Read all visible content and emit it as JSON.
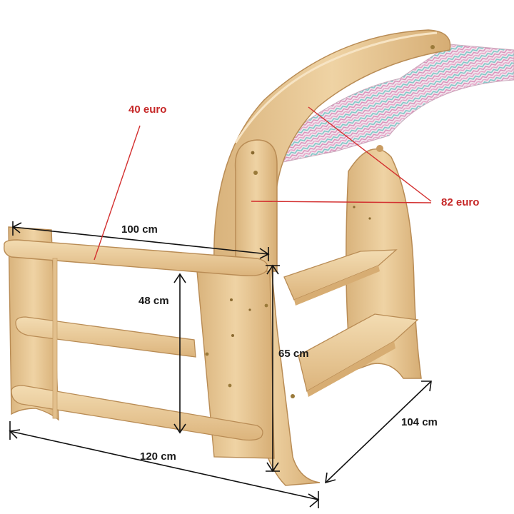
{
  "labels": {
    "price_shelf": "40 euro",
    "price_stand": "82 euro",
    "width_shelf": "100 cm",
    "height_inner": "48 cm",
    "height_total": "65 cm",
    "width_total": "120 cm",
    "depth_total": "104 cm"
  },
  "colors": {
    "wood_light": "#efd3a4",
    "wood_mid": "#e2bd86",
    "wood_dark": "#c99c62",
    "fabric_pink": "#e4a3c6",
    "fabric_teal": "#7fc7c7",
    "price_text": "#c62828",
    "dimension_text": "#1a1a1a"
  }
}
